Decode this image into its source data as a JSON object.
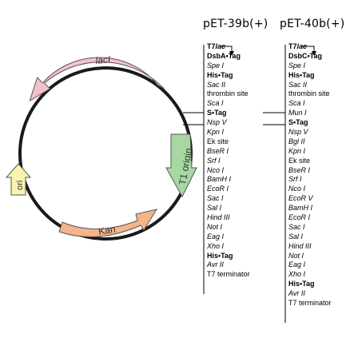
{
  "plasmid_map": {
    "features": [
      {
        "id": "lacI",
        "label": "lacI",
        "fill": "#f3c1cc"
      },
      {
        "id": "T1",
        "label": "T1 origin",
        "fill": "#a7d8a2"
      },
      {
        "id": "Kan",
        "label": "Kan",
        "fill": "#f6b48a"
      },
      {
        "id": "ori",
        "label": "ori",
        "fill": "#fbf4b0"
      }
    ]
  },
  "columns": [
    {
      "title": "pET-39b(+)",
      "sites": [
        {
          "text": "T7lac",
          "style": "promoter"
        },
        {
          "text": "DsbA•Tag",
          "style": "bold"
        },
        {
          "text": "Spe I",
          "style": "italic"
        },
        {
          "text": "His•Tag",
          "style": "bold"
        },
        {
          "text": "Sac II",
          "style": "italic"
        },
        {
          "text": "thrombin site",
          "style": "normal"
        },
        {
          "text": "Sca I",
          "style": "italic"
        },
        {
          "text": "S•Tag",
          "style": "bold"
        },
        {
          "text": "Nsp V",
          "style": "italic"
        },
        {
          "text": "Kpn I",
          "style": "italic"
        },
        {
          "text": "Ek site",
          "style": "normal"
        },
        {
          "text": "BseR I",
          "style": "italic"
        },
        {
          "text": "Srf I",
          "style": "italic"
        },
        {
          "text": "Nco I",
          "style": "italic"
        },
        {
          "text": "BamH I",
          "style": "italic"
        },
        {
          "text": "EcoR I",
          "style": "italic"
        },
        {
          "text": "Sac I",
          "style": "italic"
        },
        {
          "text": "Sal I",
          "style": "italic"
        },
        {
          "text": "Hind III",
          "style": "italic"
        },
        {
          "text": "Not I",
          "style": "italic"
        },
        {
          "text": "Eag I",
          "style": "italic"
        },
        {
          "text": "Xho I",
          "style": "italic"
        },
        {
          "text": "His•Tag",
          "style": "bold"
        },
        {
          "text": "Avr II",
          "style": "italic"
        },
        {
          "text": "T7 terminator",
          "style": "normal"
        }
      ]
    },
    {
      "title": "pET-40b(+)",
      "sites": [
        {
          "text": "T7lac",
          "style": "promoter"
        },
        {
          "text": "DsbC•Tag",
          "style": "bold"
        },
        {
          "text": "Spe I",
          "style": "italic"
        },
        {
          "text": "His•Tag",
          "style": "bold"
        },
        {
          "text": "Sac II",
          "style": "italic"
        },
        {
          "text": "thrombin site",
          "style": "normal"
        },
        {
          "text": "Sca I",
          "style": "italic"
        },
        {
          "text": "Mun I",
          "style": "italic"
        },
        {
          "text": "S•Tag",
          "style": "bold"
        },
        {
          "text": "Nsp V",
          "style": "italic"
        },
        {
          "text": "Bgl II",
          "style": "italic"
        },
        {
          "text": "Kpn I",
          "style": "italic"
        },
        {
          "text": "Ek site",
          "style": "normal"
        },
        {
          "text": "BseR I",
          "style": "italic"
        },
        {
          "text": "Srf I",
          "style": "italic"
        },
        {
          "text": "Nco I",
          "style": "italic"
        },
        {
          "text": "EcoR V",
          "style": "italic"
        },
        {
          "text": "BamH I",
          "style": "italic"
        },
        {
          "text": "EcoR I",
          "style": "italic"
        },
        {
          "text": "Sac I",
          "style": "italic"
        },
        {
          "text": "Sal I",
          "style": "italic"
        },
        {
          "text": "Hind III",
          "style": "italic"
        },
        {
          "text": "Not I",
          "style": "italic"
        },
        {
          "text": "Eag I",
          "style": "italic"
        },
        {
          "text": "Xho I",
          "style": "italic"
        },
        {
          "text": "His•Tag",
          "style": "bold"
        },
        {
          "text": "Avr II",
          "style": "italic"
        },
        {
          "text": "T7 terminator",
          "style": "normal"
        }
      ]
    }
  ]
}
